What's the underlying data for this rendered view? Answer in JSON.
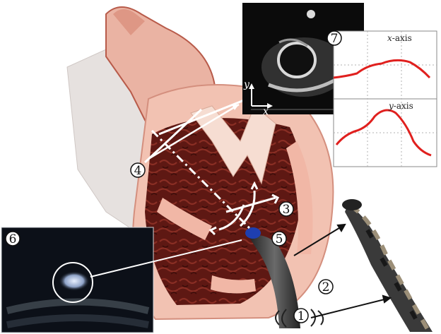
{
  "labels": {
    "n1": "1",
    "n2": "2",
    "n3": "3",
    "n4": "4",
    "n5": "5",
    "n6": "6",
    "n7": "7"
  },
  "echo_axes": {
    "x": "x",
    "y": "y"
  },
  "plots": {
    "top_label_var": "x",
    "top_label_suffix": "-axis",
    "bottom_label_var": "y",
    "bottom_label_suffix": "-axis"
  },
  "colors": {
    "curve": "#e0201e",
    "heart_flesh": "#f0c4b4",
    "myocardium": "#6a1d17",
    "aorta": "#c98a7c",
    "catheter": "#3e3e3e",
    "tip": "#1e3fb0"
  }
}
